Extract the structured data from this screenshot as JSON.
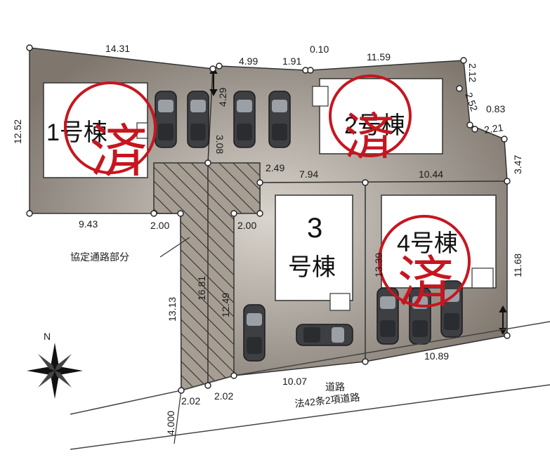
{
  "buildings": {
    "b1": {
      "label": "1号棟",
      "status": "済"
    },
    "b2": {
      "label": "2号棟",
      "status": "済"
    },
    "b3": {
      "number": "3",
      "suffix": "号棟"
    },
    "b4": {
      "label": "4号棟",
      "status": "済"
    }
  },
  "shared_road_label": "協定通路部分",
  "road": {
    "name": "道路",
    "type": "法42条2項道路"
  },
  "north_label": "N",
  "colors": {
    "lot": "#8a8279",
    "stamp": "#c6161f",
    "hatch": "#9c948b"
  },
  "dimensions": {
    "top_left": "14.31",
    "left_side": "12.52",
    "bottom_left": "9.43",
    "v_429": "4.29",
    "v_308": "3.08",
    "top_499": "4.99",
    "top_191": "1.91",
    "top_010": "0.10",
    "top_1159": "11.59",
    "r_212": "2.12",
    "r_252": "2.52",
    "r_083": "0.83",
    "r_221": "2.21",
    "r_347": "3.47",
    "mid_249": "2.49",
    "mid_794": "7.94",
    "mid_1044": "10.44",
    "w_200_left": "2.00",
    "w_200_right": "2.00",
    "v_1313": "13.13",
    "v_1681": "16.81",
    "v_1249": "12.49",
    "v_1339": "13.39",
    "v_1168": "11.68",
    "b_1007": "10.07",
    "b_1089": "10.89",
    "b_202_left": "2.02",
    "b_202_right": "2.02",
    "road_width": "4.000"
  }
}
